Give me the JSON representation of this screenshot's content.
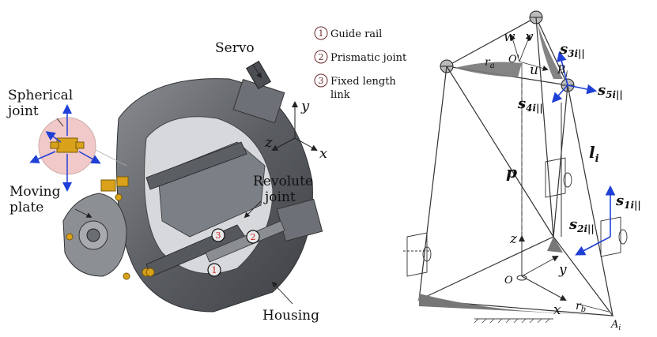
{
  "left": {
    "labels": {
      "servo": "Servo",
      "spherical_1": "Spherical",
      "spherical_2": "joint",
      "moving_1": "Moving",
      "moving_2": "plate",
      "revolute_1": "Revolute",
      "revolute_2": "joint",
      "housing": "Housing"
    },
    "axes": {
      "x": "x",
      "y": "y",
      "z": "z"
    },
    "legend": [
      {
        "num": "1",
        "text": "Guide rail"
      },
      {
        "num": "2",
        "text": "Prismatic joint"
      },
      {
        "num": "3",
        "text": "Fixed length",
        "text2": "link"
      }
    ],
    "markers": [
      "1",
      "2",
      "3"
    ]
  },
  "right": {
    "w": "w",
    "v": "v",
    "u": "u",
    "O_prime": "O'",
    "r_a": "r",
    "r_a_sub": "a",
    "B": "B",
    "B_sub": "i",
    "s3": "s",
    "s3_sub": "3i||",
    "s4": "s",
    "s4_sub": "4i||",
    "s5": "s",
    "s5_sub": "5i||",
    "s1": "s",
    "s1_sub": "1i||",
    "s2": "s",
    "s2_sub": "2i||",
    "p": "p",
    "l": "l",
    "l_sub": "i",
    "z": "z",
    "y": "y",
    "x": "x",
    "O": "O",
    "r_b": "r",
    "r_b_sub": "b",
    "A": "A",
    "A_sub": "i"
  },
  "colors": {
    "arrow_blue": "#1f3fd6",
    "marker_red": "#cc2222",
    "housing": "#5d6065",
    "brass": "#d9a21a"
  }
}
